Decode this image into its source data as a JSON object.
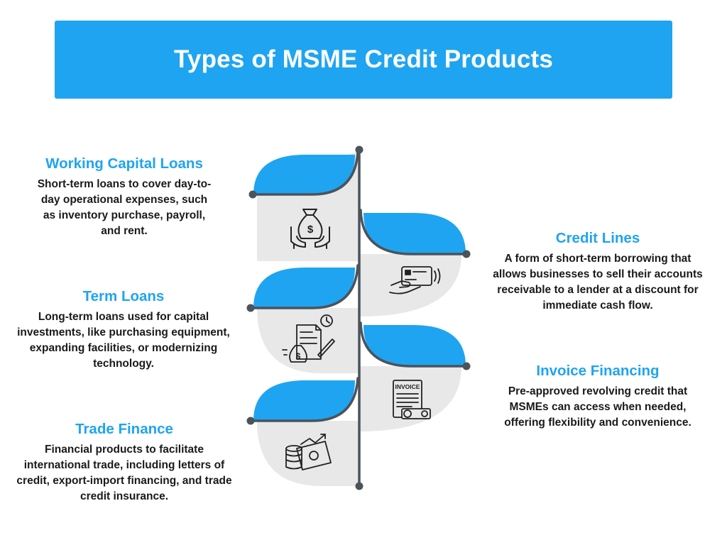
{
  "title": "Types of MSME Credit Products",
  "colors": {
    "accent": "#1fa4f1",
    "leaf_base": "#e8e8e8",
    "stem": "#4b535b",
    "text": "#1a1a1a"
  },
  "items": [
    {
      "heading": "Working Capital Loans",
      "description": "Short-term loans to cover day-to-day operational expenses, such as inventory purchase, payroll, and rent.",
      "icon": "money-bag-hands-icon"
    },
    {
      "heading": "Credit Lines",
      "description": "A form of short-term borrowing that allows businesses to sell their accounts receivable to a lender at a discount for immediate cash flow.",
      "icon": "card-payment-icon"
    },
    {
      "heading": "Term Loans",
      "description": "Long-term loans used for capital investments, like purchasing equipment, expanding facilities, or modernizing technology.",
      "icon": "contract-money-icon"
    },
    {
      "heading": "Invoice Financing",
      "description": "Pre-approved revolving credit that MSMEs can access when needed, offering flexibility and convenience.",
      "icon": "invoice-icon",
      "icon_label": "INVOICE"
    },
    {
      "heading": "Trade Finance",
      "description": "Financial products to facilitate international trade, including letters of credit, export-import financing, and trade credit insurance.",
      "icon": "cash-growth-icon"
    }
  ]
}
